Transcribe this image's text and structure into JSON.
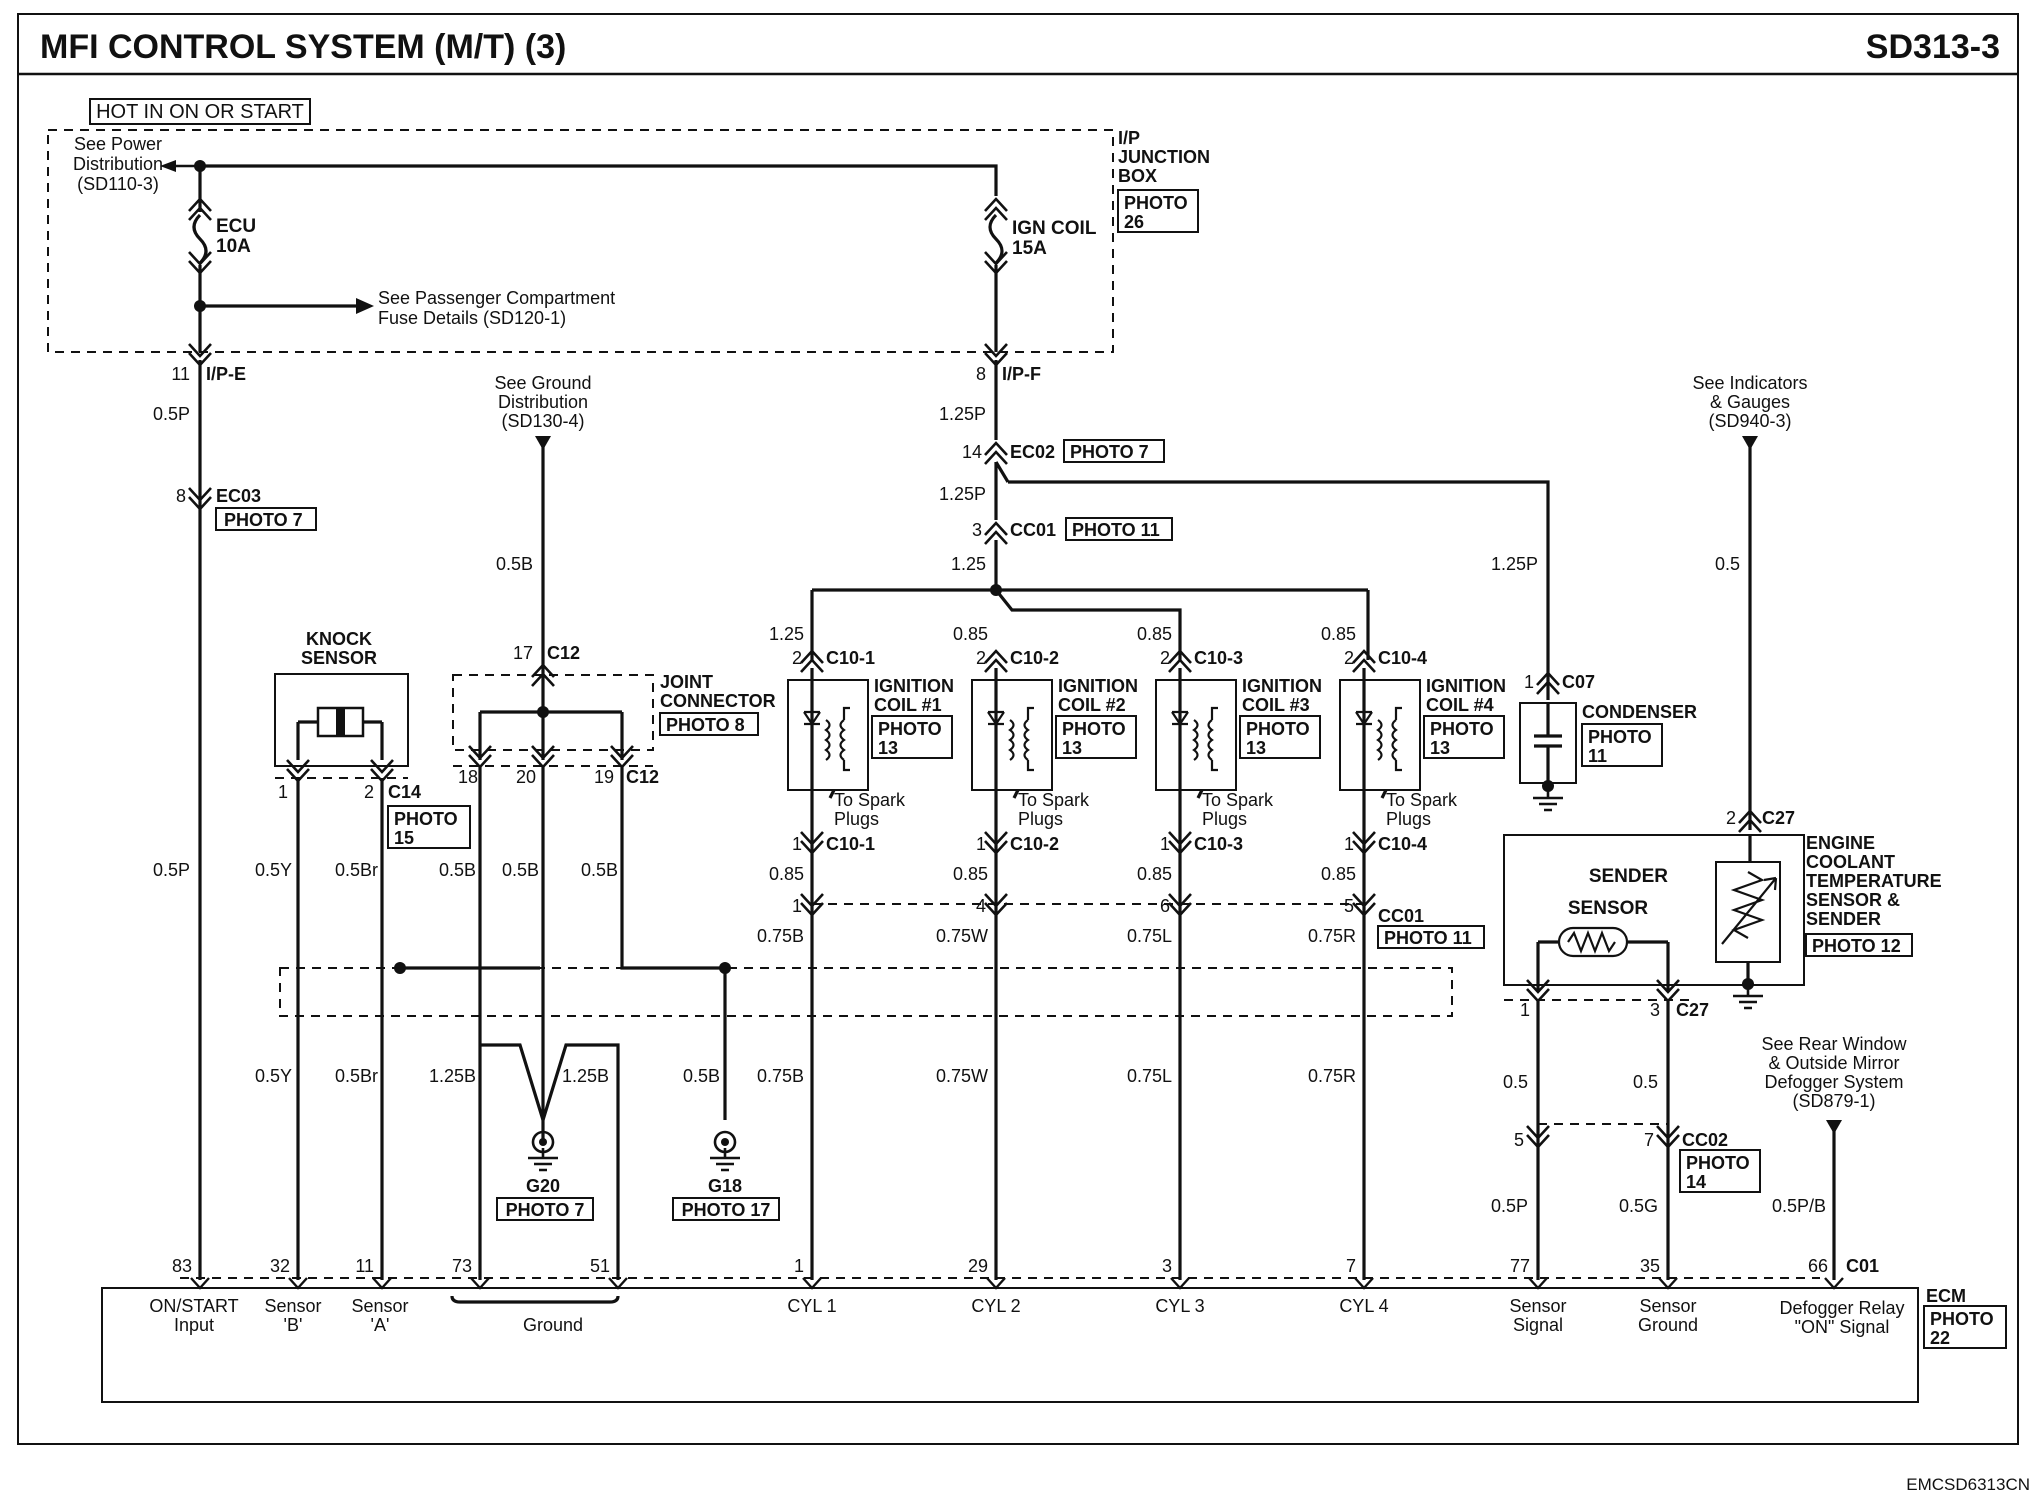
{
  "header": {
    "title": "MFI CONTROL SYSTEM (M/T) (3)",
    "code": "SD313-3"
  },
  "footer": {
    "code": "EMCSD6313CN"
  },
  "fuse_box": {
    "hot_label": "HOT IN ON OR START",
    "see_power": [
      "See Power",
      "Distribution",
      "(SD110-3)"
    ],
    "box_label": [
      "I/P",
      "JUNCTION",
      "BOX"
    ],
    "box_photo": [
      "PHOTO",
      "26"
    ],
    "fuse1": [
      "ECU",
      "10A"
    ],
    "fuse2": [
      "IGN COIL",
      "15A"
    ],
    "see_passenger": [
      "See Passenger Compartment",
      "Fuse Details (SD120-1)"
    ]
  },
  "refs": {
    "ground_dist": [
      "See Ground",
      "Distribution",
      "(SD130-4)"
    ],
    "indicators": [
      "See Indicators",
      "& Gauges",
      "(SD940-3)"
    ],
    "rear_window": [
      "See Rear Window",
      "& Outside Mirror",
      "Defogger System",
      "(SD879-1)"
    ]
  },
  "connectors": {
    "ipe": {
      "pin": "11",
      "name": "I/P-E"
    },
    "ipf": {
      "pin": "8",
      "name": "I/P-F"
    },
    "ec03": {
      "pin": "8",
      "name": "EC03",
      "photo": "PHOTO 7"
    },
    "ec02": {
      "pin": "14",
      "name": "EC02",
      "photo": "PHOTO 7"
    },
    "cc01": {
      "pin": "3",
      "name": "CC01",
      "photo": "PHOTO 11"
    },
    "c12": {
      "pin_top": "17",
      "name": "C12",
      "pins": [
        "18",
        "20",
        "19"
      ]
    },
    "c14": {
      "pins": [
        "1",
        "2"
      ],
      "name": "C14",
      "photo": [
        "PHOTO",
        "15"
      ]
    },
    "c07": {
      "pin": "1",
      "name": "C07"
    },
    "c27": {
      "pin_top": "2",
      "pins": [
        "1",
        "3"
      ],
      "name": "C27"
    },
    "cc01_lower": {
      "pins": [
        "1",
        "4",
        "6",
        "5"
      ],
      "name": "CC01",
      "photo": "PHOTO 11"
    },
    "cc02": {
      "pins": [
        "5",
        "7"
      ],
      "name": "CC02",
      "photo": [
        "PHOTO",
        "14"
      ]
    },
    "c01": {
      "pin": "66",
      "name": "C01"
    }
  },
  "wires": {
    "w_05p": "0.5P",
    "w_125p": "1.25P",
    "w_125": "1.25",
    "w_05b": "0.5B",
    "w_05y": "0.5Y",
    "w_05br": "0.5Br",
    "w_125b": "1.25B",
    "w_085": "0.85",
    "w_05": "0.5",
    "w_05g": "0.5G",
    "w_05pb": "0.5P/B",
    "w_075b": "0.75B",
    "w_075w": "0.75W",
    "w_075l": "0.75L",
    "w_075r": "0.75R"
  },
  "knock_sensor": [
    "KNOCK",
    "SENSOR"
  ],
  "joint_connector": {
    "label": [
      "JOINT",
      "CONNECTOR"
    ],
    "photo": "PHOTO 8"
  },
  "grounds": {
    "g20": {
      "name": "G20",
      "photo": "PHOTO 7"
    },
    "g18": {
      "name": "G18",
      "photo": "PHOTO 17"
    }
  },
  "coils": [
    {
      "name": "IGNITION COIL #1",
      "l1": "IGNITION",
      "l2": "COIL #1",
      "connector": "C10-1",
      "pin_in": "2",
      "pin_out": "1",
      "photo": [
        "PHOTO",
        "13"
      ]
    },
    {
      "name": "IGNITION COIL #2",
      "l1": "IGNITION",
      "l2": "COIL #2",
      "connector": "C10-2",
      "pin_in": "2",
      "pin_out": "1",
      "photo": [
        "PHOTO",
        "13"
      ]
    },
    {
      "name": "IGNITION COIL #3",
      "l1": "IGNITION",
      "l2": "COIL #3",
      "connector": "C10-3",
      "pin_in": "2",
      "pin_out": "1",
      "photo": [
        "PHOTO",
        "13"
      ]
    },
    {
      "name": "IGNITION COIL #4",
      "l1": "IGNITION",
      "l2": "COIL #4",
      "connector": "C10-4",
      "pin_in": "2",
      "pin_out": "1",
      "photo": [
        "PHOTO",
        "13"
      ]
    }
  ],
  "spark_label": [
    "To Spark",
    "Plugs"
  ],
  "condenser": {
    "name": "CONDENSER",
    "photo": [
      "PHOTO",
      "11"
    ]
  },
  "coolant": {
    "label": [
      "ENGINE",
      "COOLANT",
      "TEMPERATURE",
      "SENSOR &",
      "SENDER"
    ],
    "photo": "PHOTO 12",
    "sender": "SENDER",
    "sensor": "SENSOR"
  },
  "ecm": {
    "name": "ECM",
    "photo": [
      "PHOTO",
      "22"
    ],
    "pins": [
      "83",
      "32",
      "11",
      "73",
      "51",
      "1",
      "29",
      "3",
      "7",
      "77",
      "35"
    ],
    "labels": {
      "on_start": [
        "ON/START",
        "Input"
      ],
      "sensor_b": [
        "Sensor",
        "'B'"
      ],
      "sensor_a": [
        "Sensor",
        "'A'"
      ],
      "ground": "Ground",
      "cyl1": "CYL 1",
      "cyl2": "CYL 2",
      "cyl3": "CYL 3",
      "cyl4": "CYL 4",
      "sensor_signal": [
        "Sensor",
        "Signal"
      ],
      "sensor_ground": [
        "Sensor",
        "Ground"
      ],
      "defogger": [
        "Defogger Relay",
        "\"ON\" Signal"
      ]
    }
  }
}
